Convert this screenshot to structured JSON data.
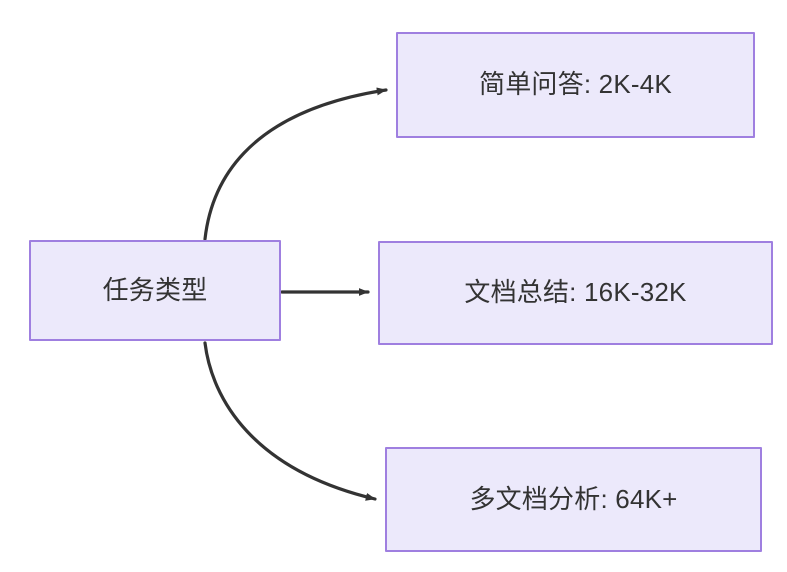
{
  "diagram": {
    "type": "flowchart",
    "direction": "left-to-right",
    "background_color": "#ffffff",
    "node_fill_color": "#ece9fb",
    "node_border_color": "#9f7fe0",
    "node_text_color": "#333333",
    "edge_color": "#333333",
    "nodes": [
      {
        "id": "root",
        "label": "任务类型",
        "role": "source"
      },
      {
        "id": "qa",
        "label": "简单问答: 2K-4K",
        "role": "target"
      },
      {
        "id": "summary",
        "label": "文档总结: 16K-32K",
        "role": "target"
      },
      {
        "id": "multi",
        "label": "多文档分析: 64K+",
        "role": "target"
      }
    ],
    "edges": [
      {
        "from": "root",
        "to": "qa",
        "shape": "curved",
        "arrowhead": "solid-triangle"
      },
      {
        "from": "root",
        "to": "summary",
        "shape": "straight",
        "arrowhead": "solid-triangle"
      },
      {
        "from": "root",
        "to": "multi",
        "shape": "curved",
        "arrowhead": "solid-triangle"
      }
    ]
  }
}
